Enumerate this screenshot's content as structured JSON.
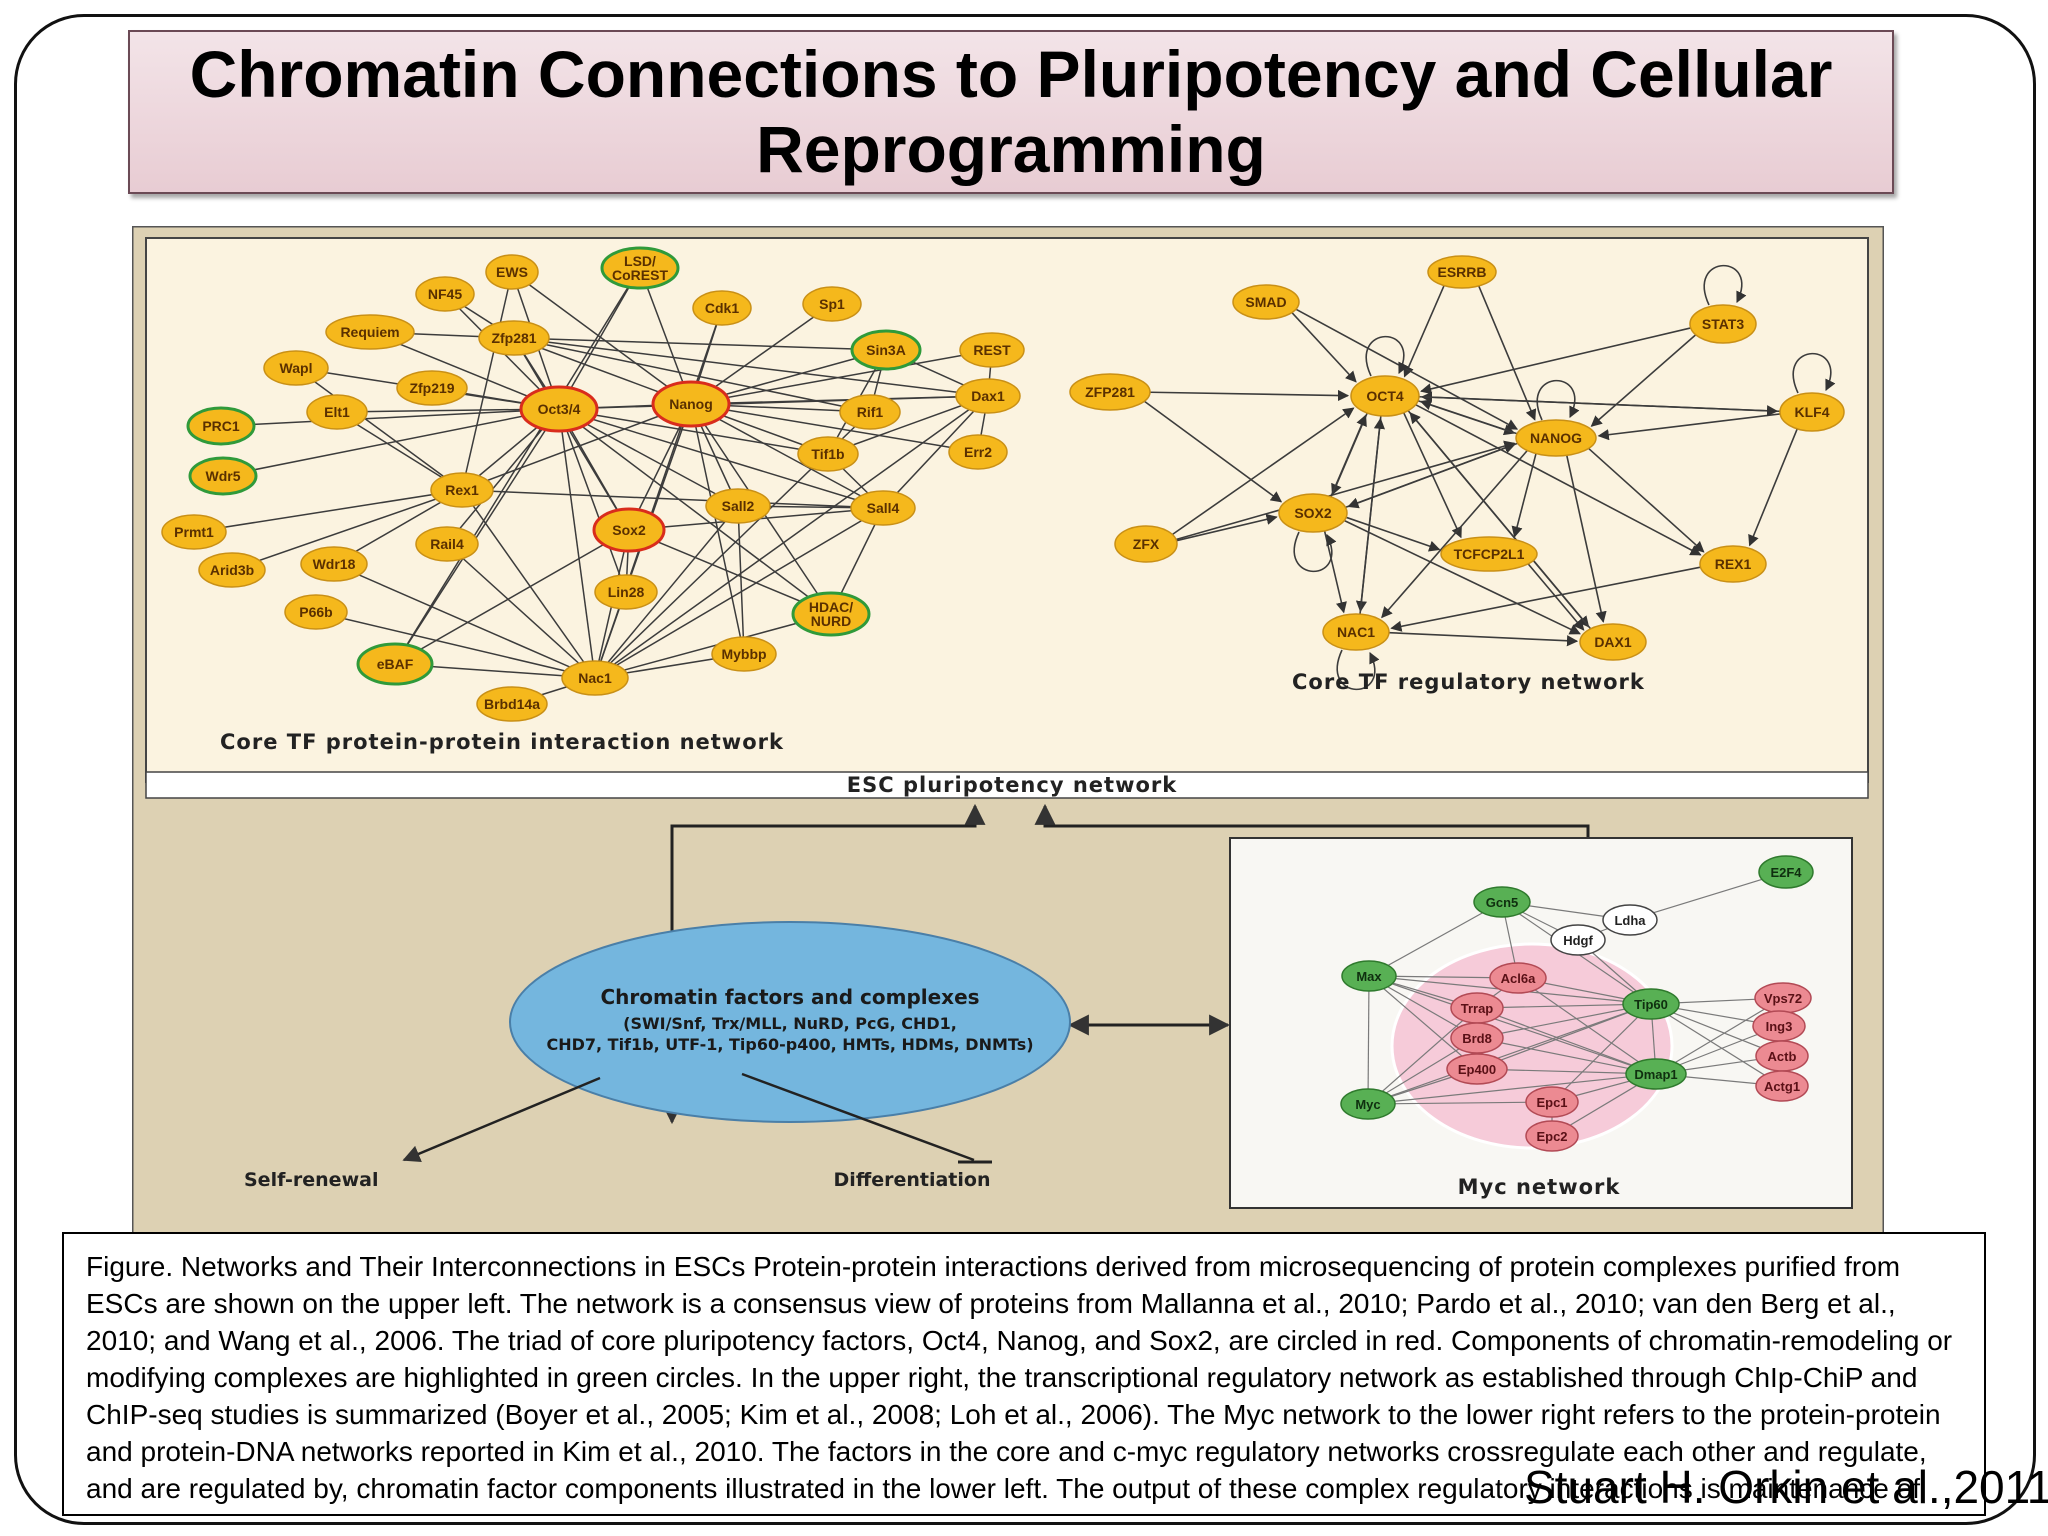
{
  "slide": {
    "title": "Chromatin Connections to Pluripotency and Cellular Reprogramming",
    "citation": "Stuart H. Orkin et al.,2011"
  },
  "figure": {
    "ppi_network": {
      "label": "Core TF protein-protein interaction network",
      "nodes": [
        {
          "id": "oct34",
          "label": "Oct3/4",
          "ring": "red"
        },
        {
          "id": "nanog",
          "label": "Nanog",
          "ring": "red"
        },
        {
          "id": "sox2",
          "label": "Sox2",
          "ring": "red"
        },
        {
          "id": "ews",
          "label": "EWS",
          "ring": "none"
        },
        {
          "id": "lsd",
          "label": "LSD/ CoREST",
          "ring": "green"
        },
        {
          "id": "nf45",
          "label": "NF45",
          "ring": "none"
        },
        {
          "id": "cdk1",
          "label": "Cdk1",
          "ring": "none"
        },
        {
          "id": "sp1",
          "label": "Sp1",
          "ring": "none"
        },
        {
          "id": "requiem",
          "label": "Requiem",
          "ring": "none"
        },
        {
          "id": "zfp281",
          "label": "Zfp281",
          "ring": "none"
        },
        {
          "id": "sin3a",
          "label": "Sin3A",
          "ring": "green"
        },
        {
          "id": "rest",
          "label": "REST",
          "ring": "none"
        },
        {
          "id": "wapl",
          "label": "Wapl",
          "ring": "none"
        },
        {
          "id": "zfp219",
          "label": "Zfp219",
          "ring": "none"
        },
        {
          "id": "dax1",
          "label": "Dax1",
          "ring": "none"
        },
        {
          "id": "prc1",
          "label": "PRC1",
          "ring": "green"
        },
        {
          "id": "elt1",
          "label": "Elt1",
          "ring": "none"
        },
        {
          "id": "rif1",
          "label": "Rif1",
          "ring": "none"
        },
        {
          "id": "wdr5",
          "label": "Wdr5",
          "ring": "green"
        },
        {
          "id": "tif1b",
          "label": "Tif1b",
          "ring": "none"
        },
        {
          "id": "err2",
          "label": "Err2",
          "ring": "none"
        },
        {
          "id": "rex1",
          "label": "Rex1",
          "ring": "none"
        },
        {
          "id": "prmt1",
          "label": "Prmt1",
          "ring": "none"
        },
        {
          "id": "sall2",
          "label": "Sall2",
          "ring": "none"
        },
        {
          "id": "sall4",
          "label": "Sall4",
          "ring": "none"
        },
        {
          "id": "rail4",
          "label": "Rail4",
          "ring": "none"
        },
        {
          "id": "arid3b",
          "label": "Arid3b",
          "ring": "none"
        },
        {
          "id": "wdr18",
          "label": "Wdr18",
          "ring": "none"
        },
        {
          "id": "hdac",
          "label": "HDAC/ NURD",
          "ring": "green"
        },
        {
          "id": "lin28",
          "label": "Lin28",
          "ring": "none"
        },
        {
          "id": "p66b",
          "label": "P66b",
          "ring": "none"
        },
        {
          "id": "mybbp",
          "label": "Mybbp",
          "ring": "none"
        },
        {
          "id": "ebaf",
          "label": "eBAF",
          "ring": "green"
        },
        {
          "id": "nac1",
          "label": "Nac1",
          "ring": "none"
        },
        {
          "id": "brbd14a",
          "label": "Brbd14a",
          "ring": "none"
        }
      ]
    },
    "tf_network": {
      "label": "Core TF regulatory network",
      "nodes": [
        {
          "id": "esrrb",
          "label": "ESRRB"
        },
        {
          "id": "smad",
          "label": "SMAD"
        },
        {
          "id": "stat3",
          "label": "STAT3"
        },
        {
          "id": "zfp281b",
          "label": "ZFP281"
        },
        {
          "id": "oct4",
          "label": "OCT4"
        },
        {
          "id": "klf4",
          "label": "KLF4"
        },
        {
          "id": "nanogb",
          "label": "NANOG"
        },
        {
          "id": "sox2b",
          "label": "SOX2"
        },
        {
          "id": "zfx",
          "label": "ZFX"
        },
        {
          "id": "tcfcp2l1",
          "label": "TCFCP2L1"
        },
        {
          "id": "rex1b",
          "label": "REX1"
        },
        {
          "id": "nac1b",
          "label": "NAC1"
        },
        {
          "id": "dax1b",
          "label": "DAX1"
        }
      ]
    },
    "esc_network_label": "ESC pluripotency network",
    "chromatin": {
      "title": "Chromatin factors and complexes",
      "line1": "(SWI/Snf, Trx/MLL, NuRD, PcG, CHD1,",
      "line2": "CHD7, Tif1b, UTF-1, Tip60-p400, HMTs, HDMs, DNMTs)",
      "self_renewal": "Self-renewal",
      "differentiation": "Differentiation"
    },
    "myc_network": {
      "label": "Myc network",
      "nodes": [
        {
          "id": "e2f4",
          "label": "E2F4",
          "group": "green"
        },
        {
          "id": "gcn5",
          "label": "Gcn5",
          "group": "green"
        },
        {
          "id": "ldha",
          "label": "Ldha",
          "group": "white"
        },
        {
          "id": "hdgf",
          "label": "Hdgf",
          "group": "white"
        },
        {
          "id": "max",
          "label": "Max",
          "group": "green"
        },
        {
          "id": "acl6a",
          "label": "Acl6a",
          "group": "pink"
        },
        {
          "id": "tip60",
          "label": "Tip60",
          "group": "green"
        },
        {
          "id": "vps72",
          "label": "Vps72",
          "group": "pink"
        },
        {
          "id": "trrap",
          "label": "Trrap",
          "group": "pink"
        },
        {
          "id": "ing3",
          "label": "Ing3",
          "group": "pink"
        },
        {
          "id": "brd8",
          "label": "Brd8",
          "group": "pink"
        },
        {
          "id": "actb",
          "label": "Actb",
          "group": "pink"
        },
        {
          "id": "ep400",
          "label": "Ep400",
          "group": "pink"
        },
        {
          "id": "dmap1",
          "label": "Dmap1",
          "group": "green"
        },
        {
          "id": "actg1",
          "label": "Actg1",
          "group": "pink"
        },
        {
          "id": "myc",
          "label": "Myc",
          "group": "green"
        },
        {
          "id": "epc1",
          "label": "Epc1",
          "group": "pink"
        },
        {
          "id": "epc2",
          "label": "Epc2",
          "group": "pink"
        }
      ]
    }
  },
  "caption": "Figure. Networks and Their Interconnections in ESCs Protein-protein interactions derived from microsequencing of protein complexes purified from ESCs are shown on the upper left. The network is a consensus view of proteins from Mallanna et al., 2010; Pardo et al., 2010; van den Berg et al., 2010; and Wang et al., 2006. The triad of core pluripotency factors, Oct4, Nanog, and Sox2, are circled in red. Components of chromatin-remodeling or modifying complexes are highlighted in green circles. In the upper right, the transcriptional regulatory network as established through ChIp-ChiP and ChIP-seq studies is summarized (Boyer et al., 2005; Kim et al., 2008; Loh et al., 2006). The Myc network to the lower right refers to the protein-protein and protein-DNA networks reported in Kim et al., 2010. The factors in the core and c-myc regulatory networks crossregulate each other and regulate, and are regulated by, chromatin factor components illustrated in the lower left. The output of these complex regulatory interactions is maintenance of self-renewal and blocking",
  "colors": {
    "node_fill": "#f5b81c",
    "ring_red": "#d92c1c",
    "ring_green": "#2f9a3a",
    "ellipse": "#74b6de",
    "myc_green": "#58b054",
    "myc_pink": "#ec8a92",
    "panel_bg": "#fbf3e0",
    "outer_bg": "#ddd1b3"
  }
}
